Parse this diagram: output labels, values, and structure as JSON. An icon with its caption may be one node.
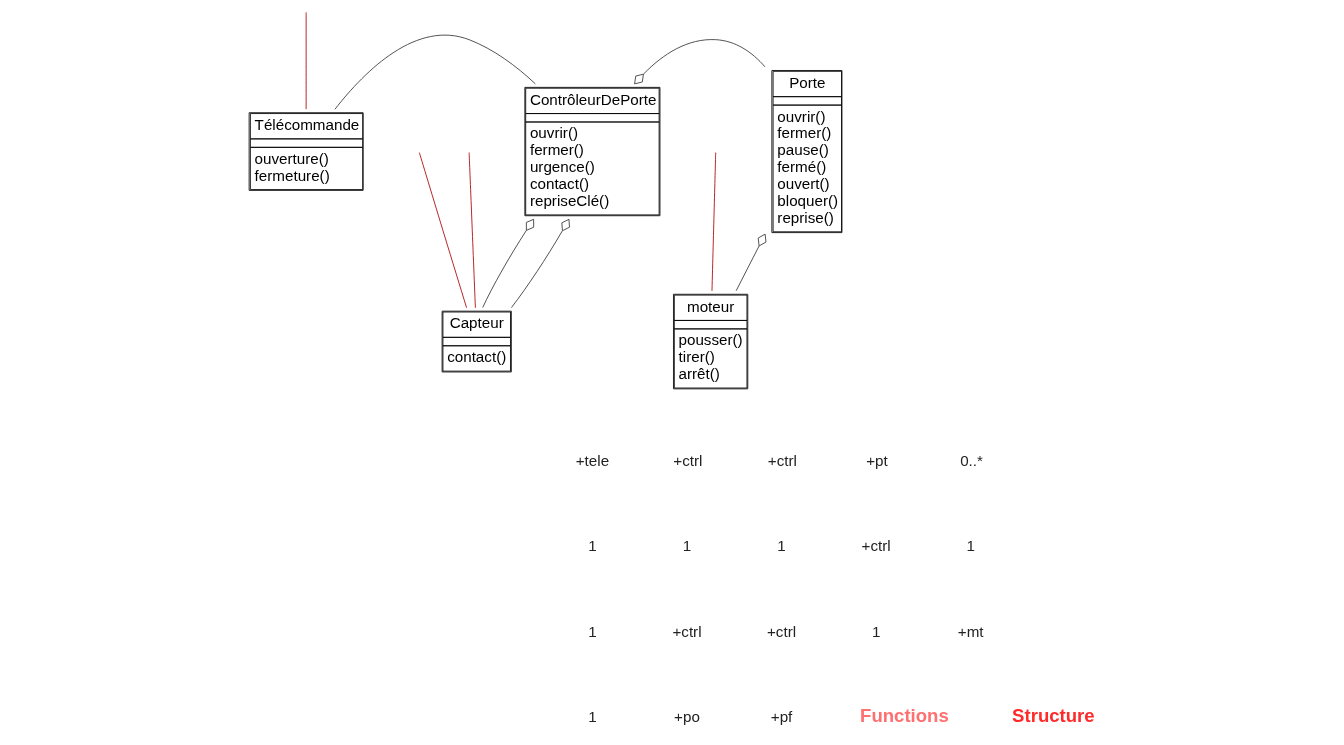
{
  "diagram": {
    "nodes": [
      {
        "text": [
          "Télécommande",
          "ouverture()",
          "fermeture()"
        ]
      },
      {
        "text": [
          "ContrôleurDePorte",
          "ouvrir()",
          "fermer()",
          "urgence()",
          "contact()",
          "repriseClé()"
        ]
      },
      {
        "text": [
          "Porte",
          "ouvrir()",
          "fermer()",
          "pause()",
          "fermé()",
          "ouvert()",
          "bloquer()",
          "reprise()"
        ]
      },
      {
        "text": [
          "Capteur",
          "contact()"
        ]
      },
      {
        "text": [
          "moteur",
          "pousser()",
          "tirer()",
          "arrêt()"
        ]
      }
    ],
    "edges": [
      {
        "from": 0,
        "to": 1,
        "arrow": "none"
      },
      {
        "from": 1,
        "to": 2,
        "arrow": "other"
      },
      {
        "from": 1,
        "to": 3,
        "arrow": "other"
      },
      {
        "from": 1,
        "to": 3,
        "arrow": "other"
      },
      {
        "from": 2,
        "to": 4,
        "arrow": "other"
      },
      {
        "from": 0,
        "to": null,
        "arrow": "none",
        "color": "#aa0000"
      },
      {
        "from": 3,
        "to": null,
        "arrow": "none",
        "color": "#aa0000"
      },
      {
        "from": 3,
        "to": null,
        "arrow": "none",
        "color": "#aa0000"
      },
      {
        "from": 4,
        "to": null,
        "arrow": "none",
        "color": "#aa0000"
      }
    ],
    "labels": [
      "+tele",
      "+ctrl",
      "+ctrl",
      "+pt",
      "0..*",
      "1",
      "1",
      "1",
      "+ctrl",
      "1",
      "1",
      "+ctrl",
      "+ctrl",
      "1",
      "+mt",
      "1",
      "+po",
      "+pf",
      "Functions",
      "Structure"
    ]
  }
}
